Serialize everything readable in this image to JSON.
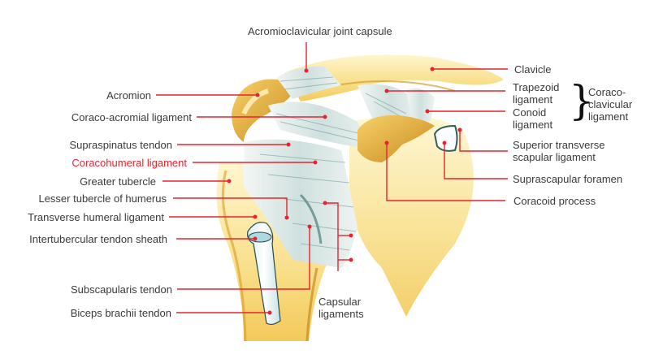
{
  "diagram": {
    "title": "Shoulder joint ligaments (anterior view)",
    "accent_color": "#e8232f",
    "text_color": "#3a3a3a",
    "labels": {
      "acromioclavicular_joint_capsule": "Acromioclavicular joint capsule",
      "acromion": "Acromion",
      "coraco_acromial_ligament": "Coraco-acromial ligament",
      "supraspinatus_tendon": "Supraspinatus tendon",
      "coracohumeral_ligament": "Coracohumeral ligament",
      "greater_tubercle": "Greater tubercle",
      "lesser_tubercle": "Lesser tubercle of humerus",
      "transverse_humeral_ligament": "Transverse humeral ligament",
      "intertubercular_tendon_sheath": "Intertubercular tendon sheath",
      "subscapularis_tendon": "Subscapularis tendon",
      "biceps_brachii_tendon": "Biceps brachii tendon",
      "capsular_ligaments_1": "Capsular",
      "capsular_ligaments_2": "ligaments",
      "clavicle": "Clavicle",
      "trapezoid_1": "Trapezoid",
      "trapezoid_2": "ligament",
      "conoid_1": "Conoid",
      "conoid_2": "ligament",
      "coracoclavicular_1": "Coraco-",
      "coracoclavicular_2": "clavicular",
      "coracoclavicular_3": "ligament",
      "superior_transverse_1": "Superior transverse",
      "superior_transverse_2": "scapular ligament",
      "suprascapular_foramen": "Suprascapular foramen",
      "coracoid_process": "Coracoid process",
      "brace": "}"
    }
  }
}
